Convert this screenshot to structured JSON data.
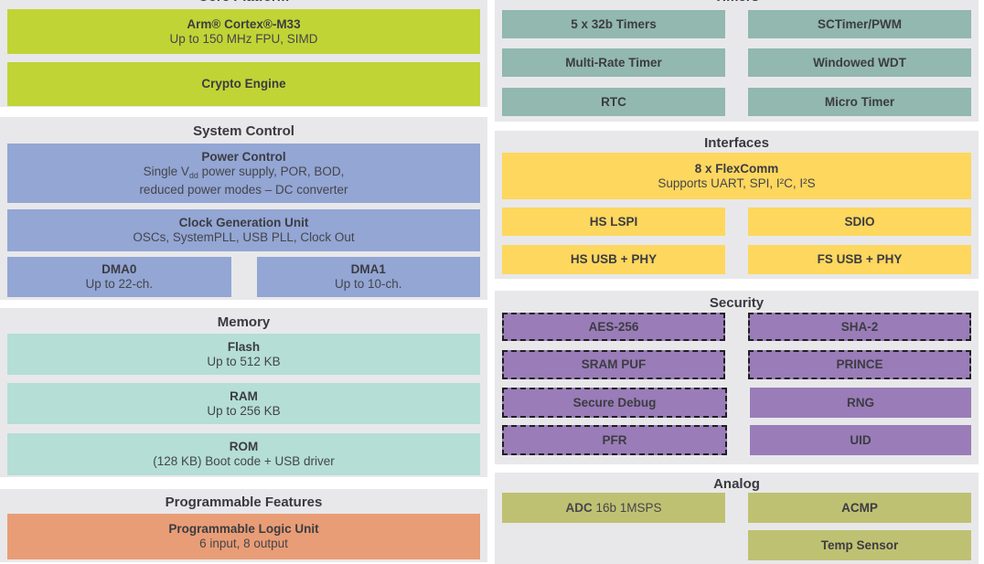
{
  "colors": {
    "green": "#c1d435",
    "blue": "#93a6d4",
    "teal_light": "#b4ded6",
    "teal_dark": "#92b8af",
    "yellow": "#fdd75e",
    "purple": "#9a7cb8",
    "olive": "#bfc172",
    "orange": "#e99d76",
    "panel_bg": "#e8e8ea",
    "text": "#3c3c42"
  },
  "left": {
    "core_platform": {
      "title": "Core Platform",
      "cortex": {
        "title": "Arm® Cortex®-M33",
        "subtitle": "Up to 150 MHz FPU, SIMD"
      },
      "crypto": {
        "title": "Crypto Engine"
      }
    },
    "system_control": {
      "title": "System Control",
      "power_control": {
        "title": "Power Control",
        "line1_pre": "Single V",
        "line1_sub": "dd",
        "line1_post": " power supply, POR, BOD,",
        "line2": "reduced power modes – DC converter"
      },
      "clock_gen": {
        "title": "Clock Generation Unit",
        "subtitle": "OSCs, SystemPLL, USB PLL, Clock Out"
      },
      "dma0": {
        "title": "DMA0",
        "subtitle": "Up to 22-ch."
      },
      "dma1": {
        "title": "DMA1",
        "subtitle": "Up to 10-ch."
      }
    },
    "memory": {
      "title": "Memory",
      "flash": {
        "title": "Flash",
        "subtitle": "Up to 512 KB"
      },
      "ram": {
        "title": "RAM",
        "subtitle": "Up to 256 KB"
      },
      "rom": {
        "title": "ROM",
        "subtitle": "(128 KB) Boot code + USB driver"
      }
    },
    "programmable": {
      "title": "Programmable Features",
      "plu": {
        "title": "Programmable Logic Unit",
        "subtitle": "6 input, 8 output"
      }
    }
  },
  "right": {
    "timers": {
      "title": "Timers",
      "cells": [
        "5 x 32b Timers",
        "SCTimer/PWM",
        "Multi-Rate Timer",
        "Windowed WDT",
        "RTC",
        "Micro Timer"
      ]
    },
    "interfaces": {
      "title": "Interfaces",
      "flexcomm": {
        "title": "8 x FlexComm",
        "subtitle": "Supports UART, SPI, I²C, I²S"
      },
      "cells": [
        "HS LSPI",
        "SDIO",
        "HS USB + PHY",
        "FS USB + PHY"
      ]
    },
    "security": {
      "title": "Security",
      "cells": [
        {
          "label": "AES-256",
          "dashed": true
        },
        {
          "label": "SHA-2",
          "dashed": true
        },
        {
          "label": "SRAM PUF",
          "dashed": true
        },
        {
          "label": "PRINCE",
          "dashed": true
        },
        {
          "label": "Secure Debug",
          "dashed": true
        },
        {
          "label": "RNG",
          "dashed": false
        },
        {
          "label": "PFR",
          "dashed": true
        },
        {
          "label": "UID",
          "dashed": false
        }
      ]
    },
    "analog": {
      "title": "Analog",
      "adc_bold": "ADC",
      "adc_rest": " 16b 1MSPS",
      "acmp": "ACMP",
      "temp_sensor": "Temp Sensor"
    }
  }
}
